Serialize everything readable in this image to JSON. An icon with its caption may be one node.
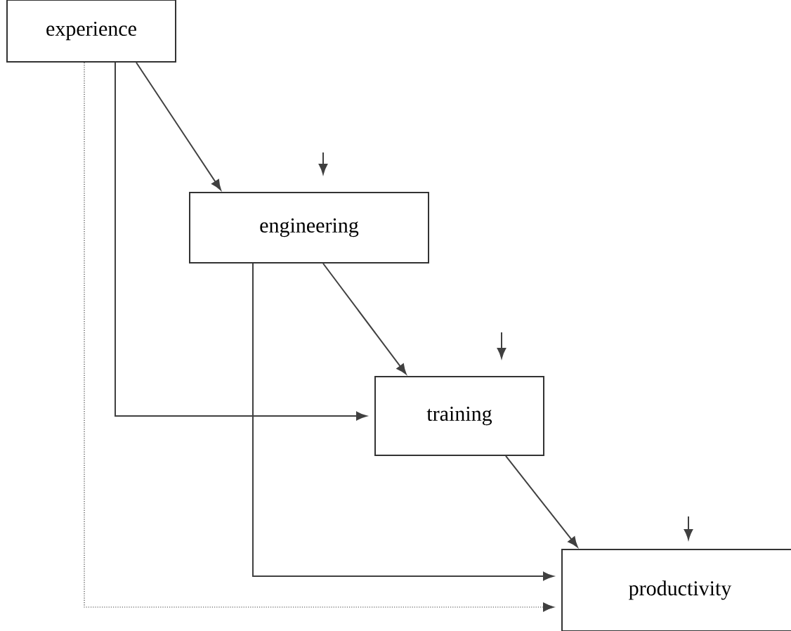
{
  "diagram": {
    "nodes": [
      {
        "text": [
          "experience"
        ]
      },
      {
        "text": [
          "engineering"
        ]
      },
      {
        "text": [
          "training"
        ]
      },
      {
        "text": [
          "productivity"
        ]
      }
    ],
    "edges": [
      {
        "from": 0,
        "to": 1,
        "arrow": "to"
      },
      {
        "from": 0,
        "to": 2,
        "arrow": "to"
      },
      {
        "from": 0,
        "to": 3,
        "arrow": "to",
        "style": "dashed"
      },
      {
        "from": 1,
        "to": 2,
        "arrow": "to"
      },
      {
        "from": 1,
        "to": 3,
        "arrow": "to"
      },
      {
        "from": 2,
        "to": 3,
        "arrow": "to"
      },
      {
        "from": null,
        "to": 1,
        "arrow": "to"
      },
      {
        "from": null,
        "to": 2,
        "arrow": "to"
      },
      {
        "from": null,
        "to": 3,
        "arrow": "to"
      }
    ]
  }
}
